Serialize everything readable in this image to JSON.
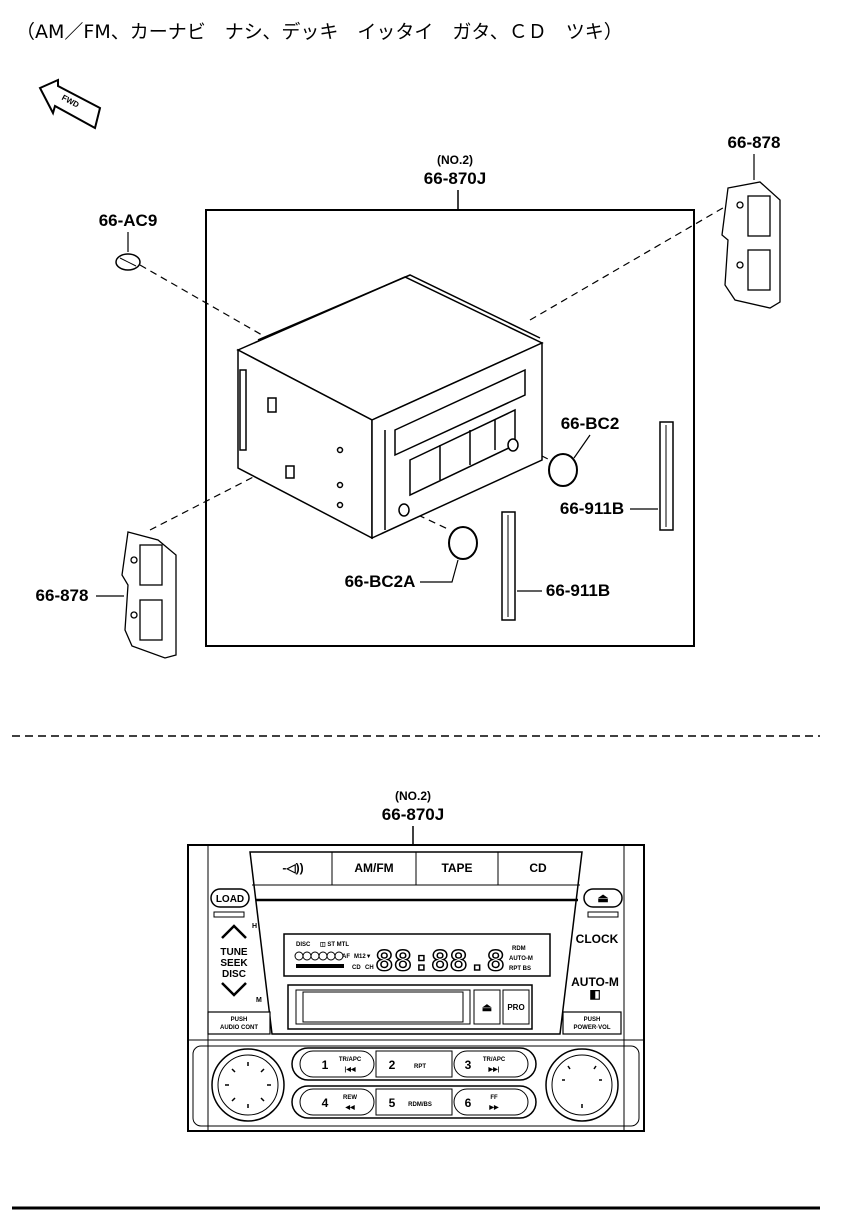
{
  "header": {
    "title": "（AM／FM、カーナビ　ナシ、デッキ　イッタイ　ガタ、ＣＤ　ツキ）"
  },
  "fwd_label": "FWD",
  "exploded_view": {
    "assembly_variant": "(NO.2)",
    "assembly_part": "66-870J",
    "part_labels": {
      "bulb": "66-AC9",
      "bracket_right": "66-878",
      "bracket_left": "66-878",
      "knob_right": "66-BC2",
      "knob_left": "66-BC2A",
      "strip_right": "66-911B",
      "strip_left": "66-911B"
    }
  },
  "front_view": {
    "assembly_variant": "(NO.2)",
    "assembly_part": "66-870J",
    "tabs": [
      "-◁))",
      "AM/FM",
      "TAPE",
      "CD"
    ],
    "load": "LOAD",
    "eject": "⏏",
    "h_mark": "H",
    "m_mark": "M",
    "tune_seek_disc": [
      "TUNE",
      "SEEK",
      "DISC"
    ],
    "push_audio_cont": [
      "PUSH",
      "AUDIO CONT"
    ],
    "push_power_vol": [
      "PUSH",
      "POWER·VOL"
    ],
    "clock": "CLOCK",
    "auto_m": "AUTO-M",
    "auto_m_icon": "◧",
    "pro": "PRO",
    "display_digits": "88:88.8",
    "display_indicators": {
      "disc": "DISC",
      "st_mtl": "◫ ST MTL",
      "af": "AF",
      "m12": "M12▼",
      "cd": "CD",
      "ch": "CH",
      "rdm": "RDM",
      "auto_m": "AUTO-M",
      "rpt_bs": "RPT BS"
    },
    "presets": [
      {
        "num": "1",
        "top": "TR/APC",
        "bottom": "|◀◀"
      },
      {
        "num": "2",
        "top": "RPT",
        "bottom": ""
      },
      {
        "num": "3",
        "top": "TR/APC",
        "bottom": "▶▶|"
      },
      {
        "num": "4",
        "top": "REW",
        "bottom": "◀◀"
      },
      {
        "num": "5",
        "top": "RDM/BS",
        "bottom": ""
      },
      {
        "num": "6",
        "top": "FF",
        "bottom": "▶▶"
      }
    ]
  }
}
